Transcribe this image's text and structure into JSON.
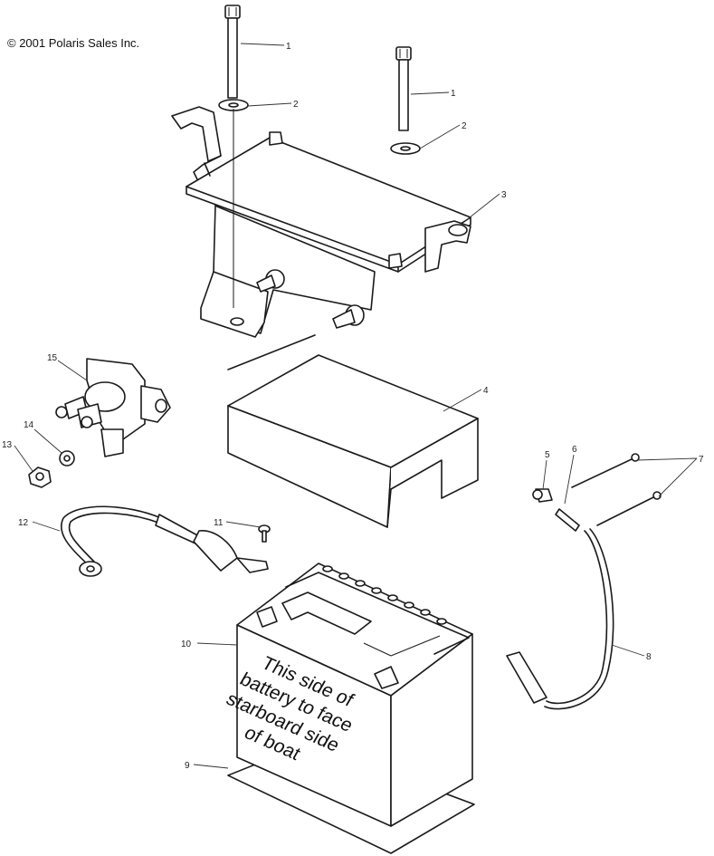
{
  "copyright": "© 2001 Polaris Sales Inc.",
  "decal_lines": [
    "This side of",
    "battery to face",
    "starboard side",
    "of boat"
  ],
  "callouts": {
    "c1a": "1",
    "c1b": "1",
    "c2a": "2",
    "c2b": "2",
    "c3": "3",
    "c4": "4",
    "c5": "5",
    "c6": "6",
    "c7": "7",
    "c8": "8",
    "c9": "9",
    "c10": "10",
    "c11": "11",
    "c12": "12",
    "c13": "13",
    "c14": "14",
    "c15": "15"
  }
}
